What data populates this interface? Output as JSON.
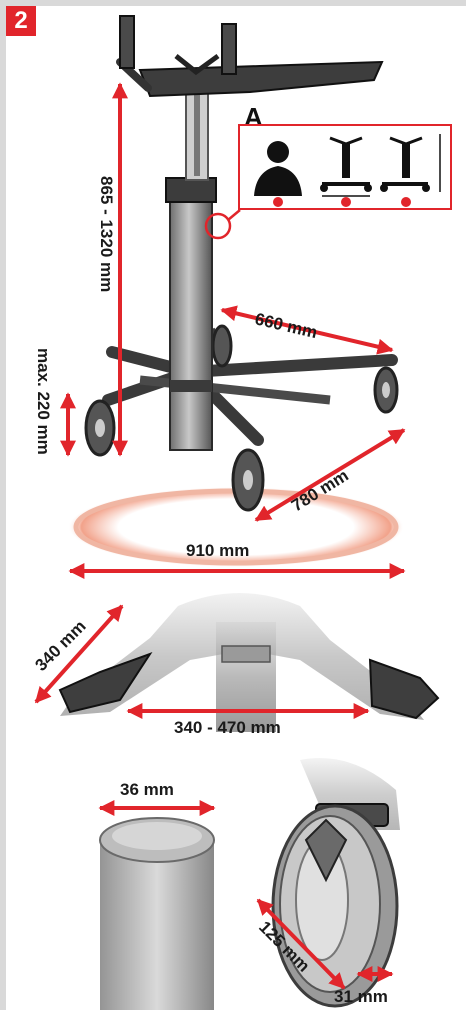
{
  "step_badge": "2",
  "legend": {
    "letter": "A",
    "icons": [
      "person-silhouette-icon",
      "rollator-width-icon",
      "rollator-height-icon"
    ],
    "accent_color": "#e1252b"
  },
  "dimensions": {
    "handle_height": "865 - 1320 mm",
    "max_rise": "max. 220 mm",
    "base_depth": "660 mm",
    "base_width": "780 mm",
    "turning_diameter": "910 mm",
    "armrest_length": "340 mm",
    "armrest_spacing": "340 - 470 mm",
    "tube_diameter": "36 mm",
    "wheel_diameter": "125 mm",
    "wheel_width": "31 mm"
  }
}
